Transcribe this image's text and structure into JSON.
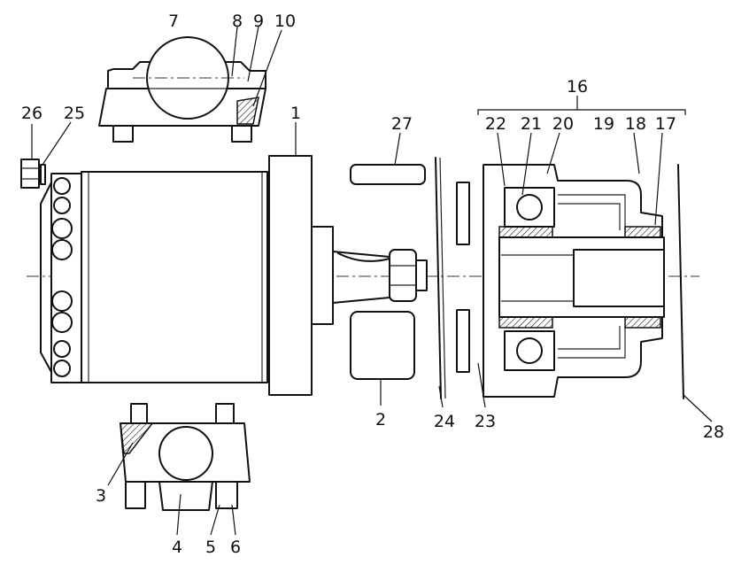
{
  "callouts": {
    "c1": "1",
    "c2": "2",
    "c3": "3",
    "c4": "4",
    "c5": "5",
    "c6": "6",
    "c7": "7",
    "c8": "8",
    "c9": "9",
    "c10": "10",
    "c16": "16",
    "c17": "17",
    "c18": "18",
    "c19": "19",
    "c20": "20",
    "c21": "21",
    "c22": "22",
    "c23": "23",
    "c24": "24",
    "c25": "25",
    "c26": "26",
    "c27": "27",
    "c28": "28"
  }
}
